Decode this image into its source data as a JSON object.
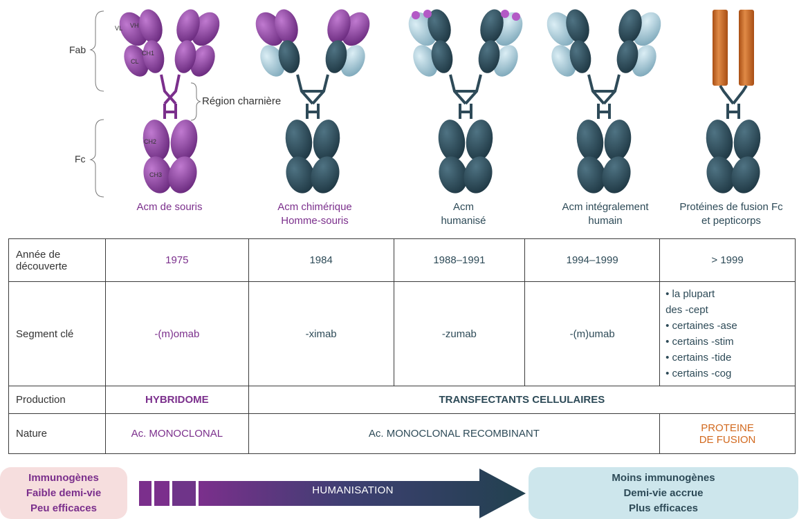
{
  "labels": {
    "fab": "Fab",
    "fc": "Fc",
    "hinge": "Région charnière",
    "vl": "VL",
    "vh": "VH",
    "ch1": "CH1",
    "cl": "CL",
    "ch2": "CH2",
    "ch3": "CH3"
  },
  "captions": [
    {
      "line1": "Acm de souris",
      "line2": ""
    },
    {
      "line1": "Acm chimérique",
      "line2": "Homme-souris"
    },
    {
      "line1": "Acm",
      "line2": "humanisé"
    },
    {
      "line1": "Acm intégralement",
      "line2": "humain"
    },
    {
      "line1": "Protéines de fusion Fc",
      "line2": "et pepticorps"
    }
  ],
  "table": {
    "row_year": {
      "header_line1": "Année de",
      "header_line2": "découverte",
      "values": [
        "1975",
        "1984",
        "1988–1991",
        "1994–1999",
        "> 1999"
      ]
    },
    "row_segment": {
      "header": "Segment clé",
      "values": [
        "-(m)omab",
        "-ximab",
        "-zumab",
        "-(m)umab"
      ],
      "bullets": [
        "• la plupart",
        "des -cept",
        "• certaines -ase",
        "• certains -stim",
        "• certains -tide",
        "• certains -cog"
      ]
    },
    "row_production": {
      "header": "Production",
      "hybridome": "HYBRIDOME",
      "transfectants": "TRANSFECTANTS CELLULAIRES"
    },
    "row_nature": {
      "header": "Nature",
      "monoclonal": "Ac. MONOCLONAL",
      "recombinant": "Ac. MONOCLONAL RECOMBINANT",
      "fusion_line1": "PROTEINE",
      "fusion_line2": "DE FUSION"
    }
  },
  "bottom": {
    "left": [
      "Immunogènes",
      "Faible demi-vie",
      "Peu efficaces"
    ],
    "arrow": "HUMANISATION",
    "right": [
      "Moins immunogènes",
      "Demi-vie accrue",
      "Plus efficaces"
    ]
  },
  "colors": {
    "mouse_purple": "#8a3c9e",
    "human_teal": "#2e4a58",
    "light_blue": "#9cc3d4",
    "fusion_orange": "#c8651e"
  }
}
